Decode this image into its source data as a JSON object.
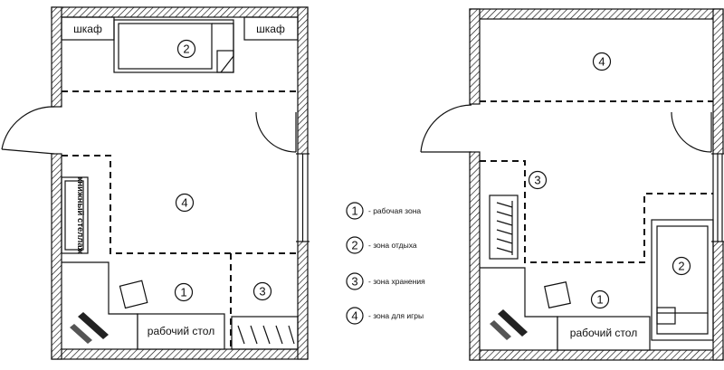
{
  "plan_left": {
    "wardrobe_left_label": "шкаф",
    "wardrobe_right_label": "шкаф",
    "bookshelf_label": "книжный стеллаж",
    "desk_label": "рабочий стол",
    "zone_2": "2",
    "zone_4": "4",
    "zone_1": "1",
    "zone_3": "3"
  },
  "plan_right": {
    "zone_4": "4",
    "zone_3": "3",
    "zone_1": "1",
    "zone_2": "2",
    "desk_label": "рабочий стол"
  },
  "legend": [
    {
      "num": "1",
      "label": "- рабочая зона"
    },
    {
      "num": "2",
      "label": "- зона отдыха"
    },
    {
      "num": "3",
      "label": "- зона хранения"
    },
    {
      "num": "4",
      "label": "- зона для игры"
    }
  ]
}
